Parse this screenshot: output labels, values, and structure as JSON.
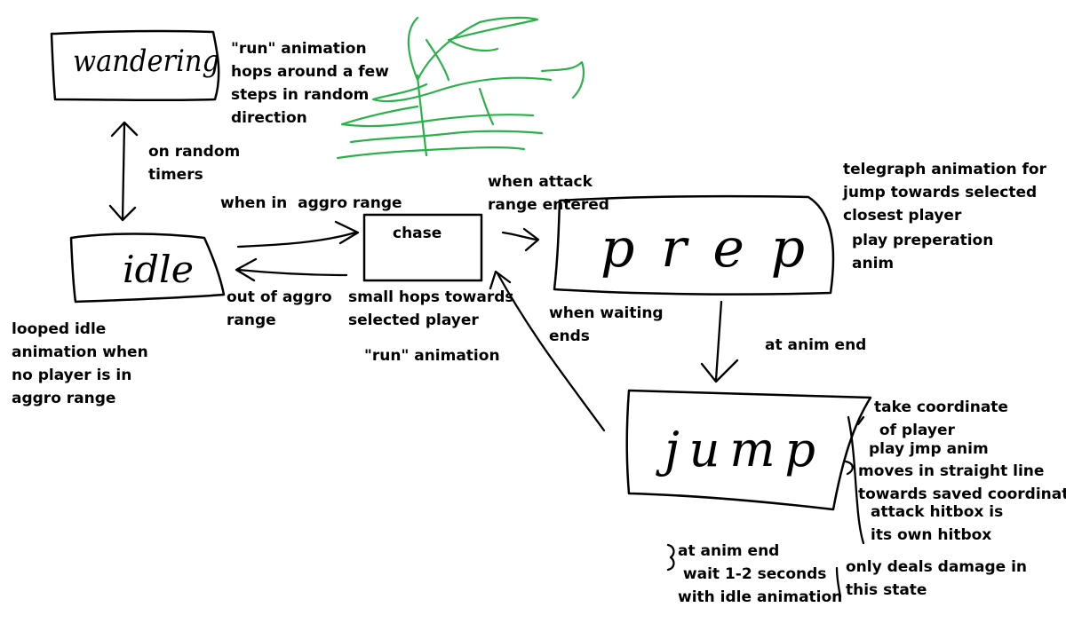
{
  "states": {
    "wandering": "wandering",
    "idle": "idle",
    "chase": "chase",
    "prep": "prep",
    "jump": "jump"
  },
  "notes": {
    "wandering_desc": "\"run\" animation\nhops around a few\nsteps in random\ndirection",
    "random_timers": "on random\ntimers",
    "idle_desc": "looped idle\nanimation when\nno player is in\naggro range",
    "when_in_aggro": "when in  aggro range",
    "out_of_aggro": "out of aggro\nrange",
    "chase_desc": "small hops towards\nselected player",
    "run_anim": "\"run\" animation",
    "attack_range": "when attack\nrange entered",
    "prep_desc_1": "telegraph animation for\njump towards selected\nclosest player",
    "prep_desc_2": "play preperation\nanim",
    "waiting_ends": "when waiting\nends",
    "at_anim_end": "at anim end",
    "jump_step_1": "take coordinate\n of player",
    "jump_step_2": "play jmp anim",
    "jump_step_3": "moves in straight line\ntowards saved coordinate",
    "jump_step_4": "attack hitbox is\nits own hitbox",
    "jump_step_5": "only deals damage in\nthis state",
    "jump_end": "at anim end\n wait 1-2 seconds\nwith idle animation"
  },
  "colors": {
    "ink": "#000000",
    "doodle": "#2bb14a"
  }
}
